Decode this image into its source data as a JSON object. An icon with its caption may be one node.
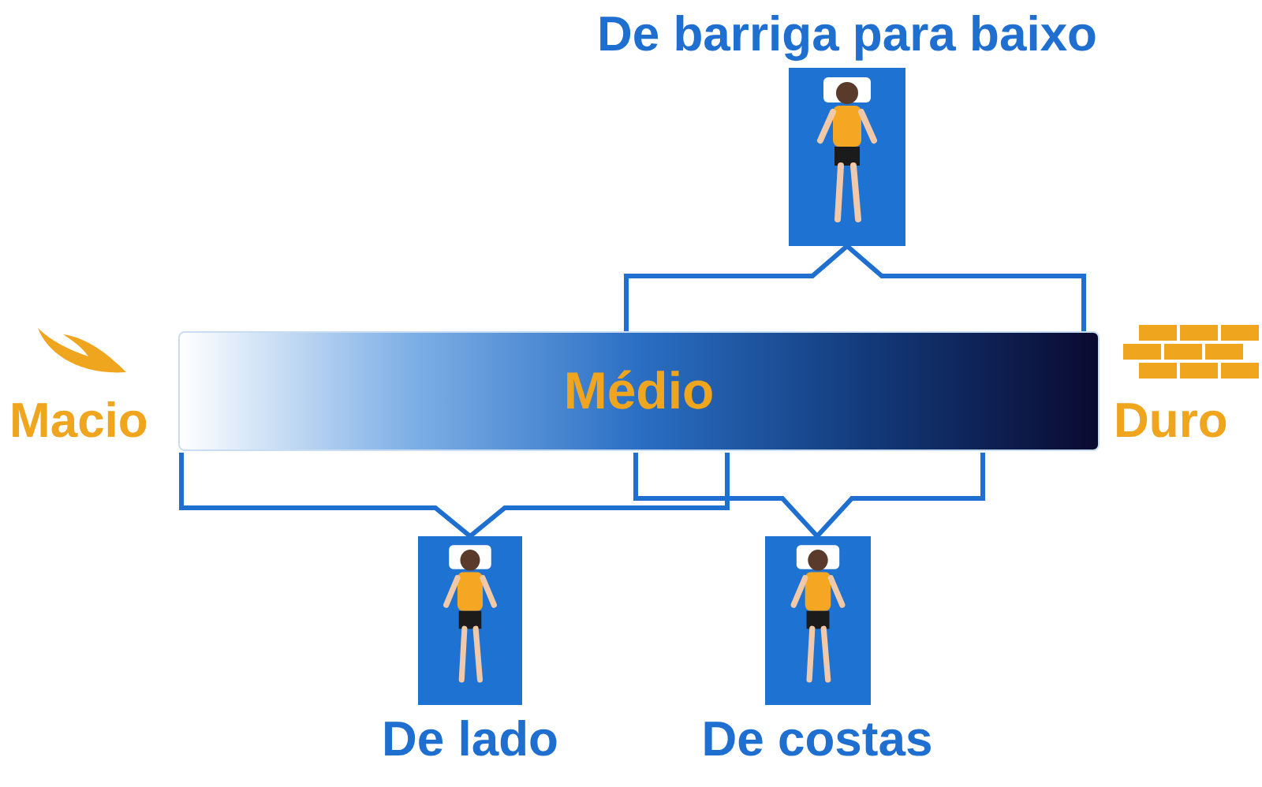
{
  "diagram": {
    "nodes": [
      {
        "text": [
          "De barriga para baixo"
        ]
      },
      {
        "text": [
          "Médio"
        ]
      },
      {
        "text": [
          "De lado"
        ]
      },
      {
        "text": [
          "De costas"
        ]
      }
    ],
    "edges": [
      {
        "from": 1,
        "to": 0,
        "arrow": "none"
      },
      {
        "from": 1,
        "to": 2,
        "arrow": "none"
      },
      {
        "from": 1,
        "to": 3,
        "arrow": "none"
      }
    ],
    "labels": [
      "Macio",
      "Duro"
    ]
  }
}
